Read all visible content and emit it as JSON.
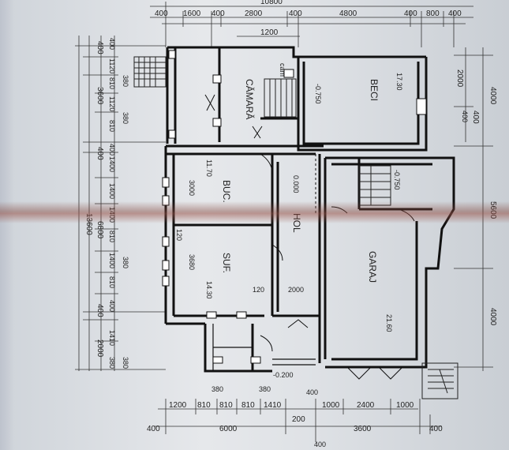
{
  "top_dims": {
    "overall": "10800",
    "d1": "400",
    "d2": "1600",
    "d3": "400",
    "d4": "2800",
    "d5": "400",
    "d6": "4800",
    "d7": "400",
    "d8": "800",
    "d9": "400",
    "d10": "1200"
  },
  "left_dims": {
    "overall": "13600",
    "outer": [
      "400",
      "3600",
      "400",
      "6800",
      "400",
      "2000"
    ],
    "inner": [
      "400",
      "1120",
      "810",
      "1120",
      "810",
      "1400",
      "400",
      "1400",
      "1400",
      "810",
      "1400",
      "810",
      "400",
      "1410",
      "380"
    ],
    "small": [
      "380",
      "380",
      "380",
      "380"
    ]
  },
  "bottom_dims": {
    "inner": [
      "1200",
      "810",
      "810",
      "810",
      "1410",
      "1000",
      "2400",
      "1000"
    ],
    "outer": [
      "400",
      "6000",
      "200",
      "3600",
      "400"
    ],
    "small": [
      "380",
      "380",
      "400",
      "400"
    ]
  },
  "right_dims": {
    "a": "2000",
    "b": "4000",
    "c": "400",
    "d": "5600",
    "e": "4000"
  },
  "rooms": {
    "beci": "BECI",
    "beci_area": "17.30",
    "beci_level": "-0.750",
    "camara": "CĂMARĂ",
    "cam": "cam",
    "buc": "BUC.",
    "buc_area": "11.70",
    "buc_dim": "3000",
    "suf": "SUF.",
    "suf_area": "14.30",
    "suf_dim": "3680",
    "hol": "HOL",
    "hol_level": "0.000",
    "garaj": "GARAJ",
    "garaj_area": "21.60",
    "stair_level": "-0.750",
    "entry_level": "-0.200",
    "dim_120a": "120",
    "dim_120b": "120",
    "dim_2000": "2000",
    "dim_400": "400"
  }
}
